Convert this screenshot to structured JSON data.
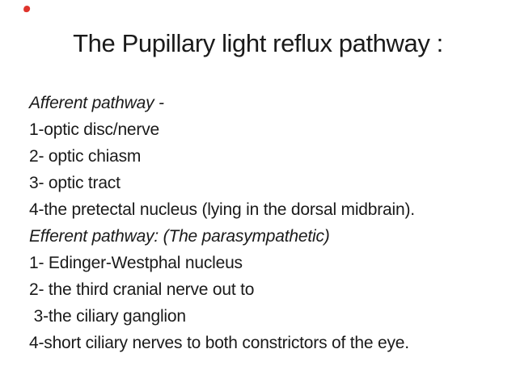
{
  "slide": {
    "title": "The Pupillary light reflux pathway :",
    "body_lines": [
      {
        "text": "Afferent pathway -",
        "style": "italic"
      },
      {
        "text": "1-optic disc/nerve",
        "style": "normal"
      },
      {
        "text": "2- optic chiasm",
        "style": "normal"
      },
      {
        "text": "3- optic tract",
        "style": "normal"
      },
      {
        "text": "4-the pretectal nucleus (lying in the dorsal midbrain).",
        "style": "normal"
      },
      {
        "text": "Efferent pathway: (The parasympathetic)",
        "style": "italic"
      },
      {
        "text": "1- Edinger-Westphal nucleus",
        "style": "normal"
      },
      {
        "text": "2- the third cranial nerve out to",
        "style": "normal"
      },
      {
        "text": " 3-the ciliary ganglion",
        "style": "normal"
      },
      {
        "text": "4-short ciliary nerves to both constrictors of the eye.",
        "style": "normal"
      }
    ],
    "icons": {
      "red_dot_mark": "small red scribble dot at top-left corner"
    },
    "colors": {
      "background": "#ffffff",
      "text": "#1a1a1a",
      "red_mark": "#df342c"
    }
  }
}
